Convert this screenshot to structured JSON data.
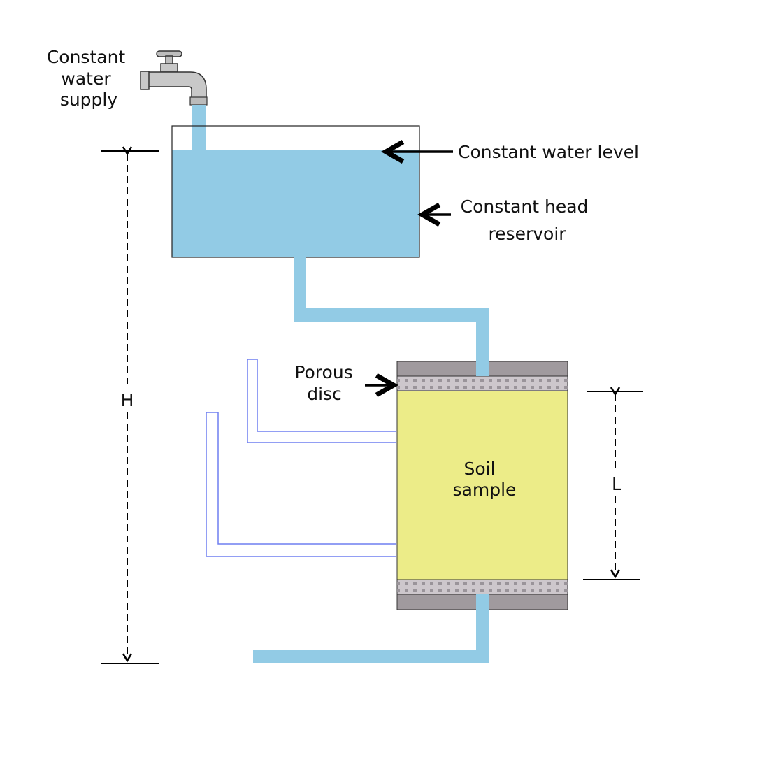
{
  "labels": {
    "supply": [
      "Constant",
      "water",
      "supply"
    ],
    "water_level": "Constant water level",
    "reservoir": [
      "Constant head",
      "reservoir"
    ],
    "porous_disc": [
      "Porous",
      "disc"
    ],
    "soil": [
      "Soil",
      "sample"
    ],
    "H": "H",
    "L": "L"
  },
  "colors": {
    "water": "#92cbe5",
    "soil": "#ecec88",
    "cap": "#a09a9e",
    "disc": "#cdc7cc",
    "piezometer": "#6f7ff0"
  }
}
